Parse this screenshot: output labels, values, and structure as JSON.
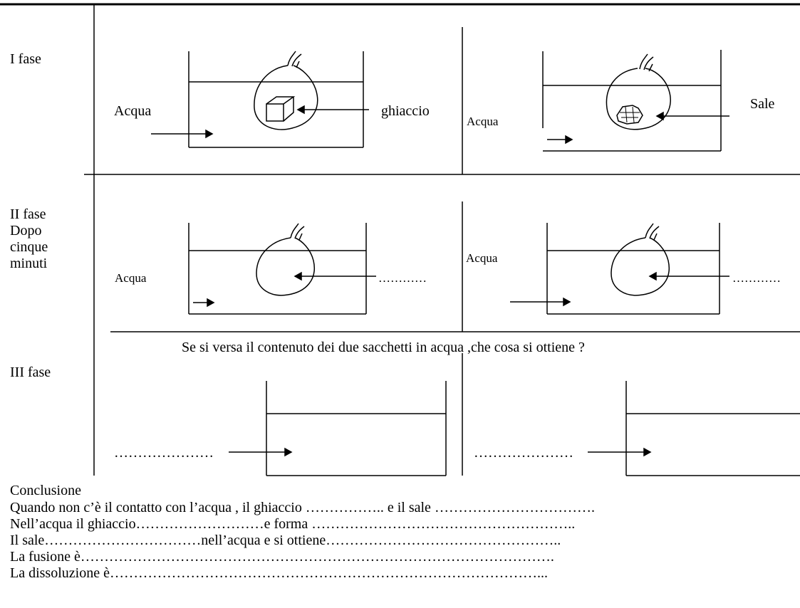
{
  "rows": {
    "phase1": {
      "label": "I fase"
    },
    "phase2": {
      "label_lines": [
        "II fase",
        "Dopo",
        "cinque",
        "minuti"
      ]
    },
    "phase3": {
      "label": "III fase",
      "question": "Se si versa il contenuto dei due sacchetti in acqua ,che cosa si ottiene ?"
    }
  },
  "diagrams": {
    "p1_left": {
      "water_label": "Acqua",
      "item_label": "ghiaccio"
    },
    "p1_right": {
      "water_label": "Acqua",
      "item_label": "Sale"
    },
    "p2_left": {
      "water_label": "Acqua",
      "item_label": "…………"
    },
    "p2_right": {
      "water_label": "Acqua",
      "item_label": "…………"
    },
    "p3_left": {
      "blank": "…………………"
    },
    "p3_right": {
      "blank": "…………………"
    }
  },
  "conclusion": {
    "title": "Conclusione",
    "lines": [
      "Quando non c’è il contatto con l’acqua , il ghiaccio …………….. e il sale …………………………….",
      "Nell’acqua il ghiaccio………………………e forma ………………………………………………..",
      "Il sale……………………………nell’acqua e si ottiene…………………………………………..",
      "La fusione è……………………………………………………………………………………….",
      "La dissoluzione è………………………………………………………………………………..."
    ]
  }
}
